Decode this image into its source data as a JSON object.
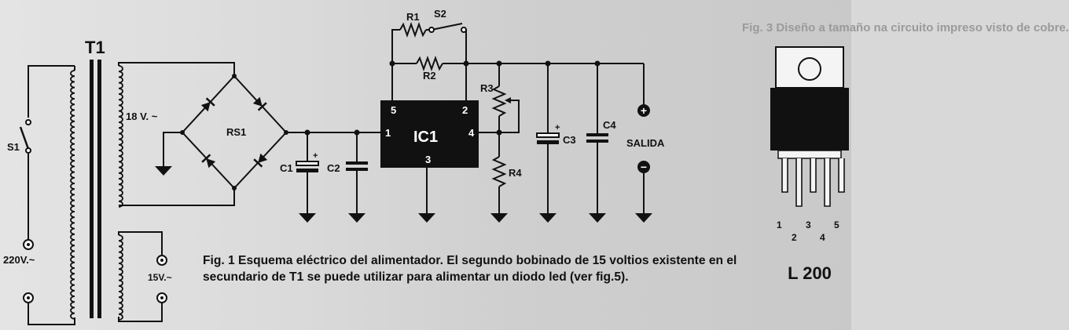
{
  "schematic": {
    "transformer": {
      "ref": "T1",
      "primary_voltage": "220V.~",
      "secondary_voltage_1": "18 V. ~",
      "secondary_voltage_2": "15V.~"
    },
    "switch_main": "S1",
    "switch_out": "S2",
    "bridge": "RS1",
    "capacitors": [
      "C1",
      "C2",
      "C3",
      "C4"
    ],
    "resistors": [
      "R1",
      "R2",
      "R3",
      "R4"
    ],
    "ic": {
      "ref": "IC1",
      "pins": [
        "1",
        "2",
        "3",
        "4",
        "5"
      ]
    },
    "output": {
      "label": "SALIDA",
      "plus": "+",
      "minus": "−"
    }
  },
  "package": {
    "name": "L 200",
    "pins": [
      "1",
      "2",
      "3",
      "4",
      "5"
    ]
  },
  "caption": "Fig. 1 Esquema eléctrico del alimentador. El segundo bobinado de 15 voltios existente en el secundario de T1 se puede utilizar para alimentar un diodo led (ver fig.5).",
  "background_text": "Fig. 3 Diseño a tamaño na circuito impreso visto de cobre."
}
